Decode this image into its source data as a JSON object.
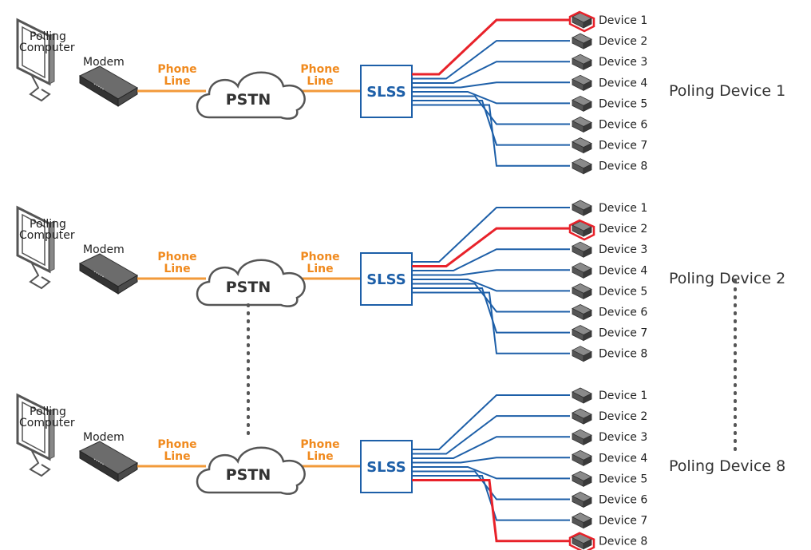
{
  "labels": {
    "computer_line1": "Polling",
    "computer_line2": "Computer",
    "modem": "Modem",
    "phone_line1": "Phone",
    "phone_line2": "Line",
    "pstn": "PSTN",
    "slss": "SLSS"
  },
  "devices": [
    "Device 1",
    "Device 2",
    "Device 3",
    "Device 4",
    "Device 5",
    "Device 6",
    "Device 7",
    "Device 8"
  ],
  "groups": [
    {
      "title": "Poling Device 1",
      "active_device": 1
    },
    {
      "title": "Poling Device 2",
      "active_device": 2
    },
    {
      "title": "Poling Device 8",
      "active_device": 8
    }
  ],
  "colors": {
    "active_line": "#e8222a",
    "inactive_line": "#1d5fa8",
    "phone_line": "#f29a3a",
    "box_border": "#1d5fa8",
    "cloud_border": "#555555"
  }
}
